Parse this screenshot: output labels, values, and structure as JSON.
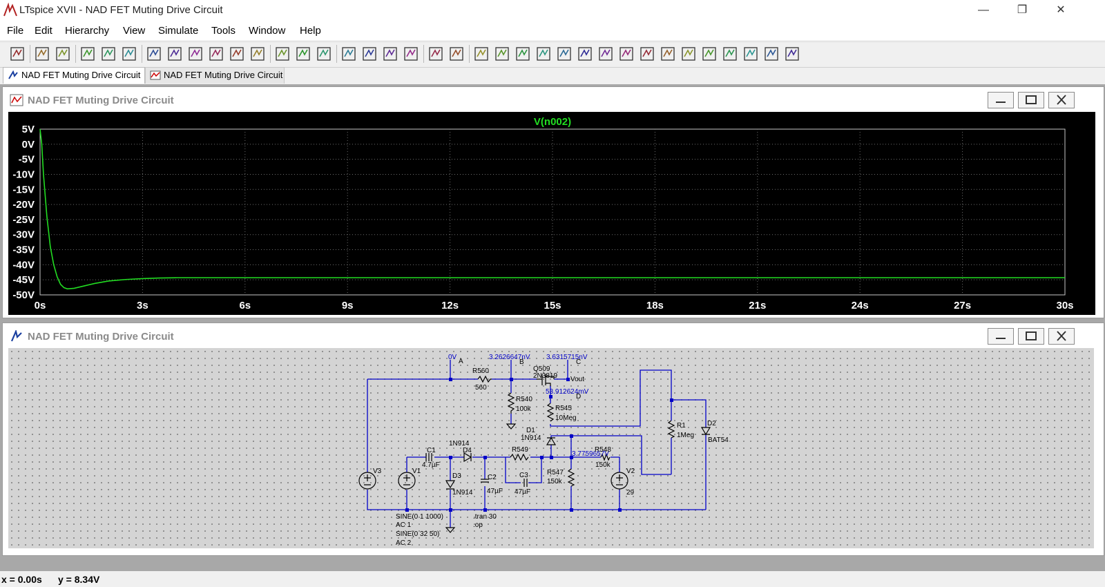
{
  "window": {
    "title": "LTspice XVII - NAD FET Muting Drive Circuit",
    "minimize": "—",
    "restore": "❐",
    "close": "✕"
  },
  "menu": [
    "File",
    "Edit",
    "Hierarchy",
    "View",
    "Simulate",
    "Tools",
    "Window",
    "Help"
  ],
  "toolbar_icons": [
    "run-icon",
    "open-icon",
    "save-icon",
    "control-panel-icon",
    "run-simulation-icon",
    "pan-icon",
    "zoom-in-icon",
    "zoom-rect-icon",
    "zoom-out-icon",
    "zoom-cancel-icon",
    "autorange-icon",
    "move-trace-icon",
    "tile-horizontal-icon",
    "cascade-icon",
    "tile-vertical-icon",
    "cut-icon",
    "copy-icon",
    "paste-icon",
    "find-icon",
    "print-icon",
    "print-setup-icon",
    "draw-wire-icon",
    "ground-icon",
    "label-net-icon",
    "resistor-icon",
    "capacitor-icon",
    "inductor-icon",
    "diode-icon",
    "component-icon",
    "move-icon",
    "drag-icon",
    "undo-icon",
    "redo-icon",
    "rotate-icon",
    "mirror-icon",
    "text-icon",
    "spice-directive-icon"
  ],
  "tabs": [
    {
      "label": "NAD FET Muting Drive Circuit",
      "kind": "schematic"
    },
    {
      "label": "NAD FET Muting Drive Circuit",
      "kind": "waveform"
    }
  ],
  "plot_window": {
    "title": "NAD FET Muting Drive Circuit"
  },
  "schematic_window": {
    "title": "NAD FET Muting Drive Circuit"
  },
  "chart_data": {
    "type": "line",
    "title": "V(n002)",
    "xlabel": "",
    "ylabel": "",
    "xlim": [
      0,
      30
    ],
    "ylim": [
      -50,
      5
    ],
    "xticks": [
      "0s",
      "3s",
      "6s",
      "9s",
      "12s",
      "15s",
      "18s",
      "21s",
      "24s",
      "27s",
      "30s"
    ],
    "yticks": [
      "5V",
      "0V",
      "-5V",
      "-10V",
      "-15V",
      "-20V",
      "-25V",
      "-30V",
      "-35V",
      "-40V",
      "-45V",
      "-50V"
    ],
    "series": [
      {
        "name": "V(n002)",
        "color": "#22dd22",
        "x": [
          0,
          0.05,
          0.1,
          0.2,
          0.3,
          0.4,
          0.5,
          0.6,
          0.7,
          0.8,
          1.0,
          1.3,
          1.6,
          2.0,
          2.5,
          3.0,
          3.5,
          4.0,
          5,
          6,
          8,
          10,
          15,
          20,
          25,
          30
        ],
        "y": [
          5,
          0,
          -10,
          -24,
          -34,
          -40,
          -44,
          -46.5,
          -47.6,
          -48,
          -47.8,
          -47,
          -46.2,
          -45.4,
          -44.9,
          -44.6,
          -44.4,
          -44.3,
          -44.3,
          -44.3,
          -44.3,
          -44.3,
          -44.3,
          -44.3,
          -44.3,
          -44.3
        ]
      }
    ],
    "grid": true,
    "background": "#000000"
  },
  "schematic": {
    "labels": {
      "n0v": "0V",
      "nA": "A",
      "vB": "3.2626647nV",
      "nB": "B",
      "vC": "3.6315715nV",
      "nC": "C",
      "q509": "Q509",
      "q509m": "2N3819",
      "vout": "Vout",
      "vD": "53.912624mV",
      "nD": "D",
      "r560": "R560",
      "r560v": "560",
      "r540": "R540",
      "r540v": "100k",
      "r545": "R545",
      "r545v": "10Meg",
      "d1": "D1",
      "d1m": "1N914",
      "r549": "R549",
      "v29": "3.7759657V",
      "r548": "R548",
      "r548v": "150k",
      "r547": "R547",
      "r547v": "150k",
      "v2": "V2",
      "v2v": "29",
      "r1": "R1",
      "r1v": "1Meg",
      "d2": "D2",
      "d2m": "BAT54",
      "c1": "C1",
      "c1v": "4.7µF",
      "d4m": "1N914",
      "d4": "D4",
      "d3": "D3",
      "d3m": "1N914",
      "c2": "C2",
      "c2v": "47µF",
      "c3": "C3",
      "c3v": "47µF",
      "v3": "V3",
      "v1": "V1",
      "s1": "SINE(0 1 1000)",
      "s2": "AC 1",
      "s3": "SINE(0 32 50)",
      "s4": "AC 2",
      "tran": ".tran 30",
      "op": ".op"
    }
  },
  "status": {
    "x": "x = 0.00s",
    "y": "y = 8.34V"
  }
}
